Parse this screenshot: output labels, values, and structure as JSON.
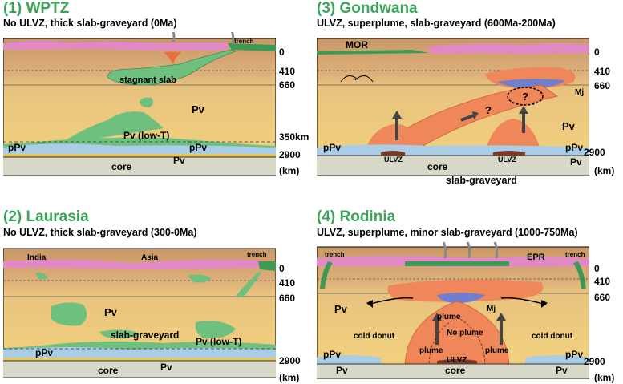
{
  "panels": {
    "p1": {
      "title": "(1) WPTZ",
      "subtitle": "No ULVZ, thick slab-graveyard (0Ma)",
      "labels": {
        "trench": "trench",
        "stagnant": "stagnant slab",
        "pv": "Pv",
        "pv_lowt": "Pv (low-T)",
        "ppv_left": "pPv",
        "ppv_right": "pPv",
        "pv_bottom": "Pv",
        "core": "core"
      },
      "depths": [
        "0",
        "410",
        "660",
        "350km",
        "2900",
        "(km)"
      ]
    },
    "p2": {
      "title": "(2) Laurasia",
      "subtitle": "No ULVZ, thick slab-graveyard (300-0Ma)",
      "labels": {
        "india": "India",
        "asia": "Asia",
        "trench": "trench",
        "pv": "Pv",
        "graveyard": "slab-graveyard",
        "pv_lowt": "Pv (low-T)",
        "ppv": "pPv",
        "pv_bottom": "Pv",
        "core": "core"
      },
      "depths": [
        "0",
        "410",
        "660",
        "2900",
        "(km)"
      ]
    },
    "p3": {
      "title": "(3) Gondwana",
      "subtitle": "ULVZ, superplume, slab-graveyard (600Ma-200Ma)",
      "labels": {
        "mor": "MOR",
        "mj": "Mj",
        "q1": "?",
        "q2": "?",
        "pv": "Pv",
        "ppv_left": "pPv",
        "ppv_right": "pPv",
        "pv_right": "Pv",
        "ulvz_left": "ULVZ",
        "ulvz_right": "ULVZ",
        "core": "core",
        "graveyard": "slab-graveyard"
      },
      "depths": [
        "0",
        "410",
        "660",
        "2900",
        "(km)"
      ]
    },
    "p4": {
      "title": "(4) Rodinia",
      "subtitle": "ULVZ, superplume, minor slab-graveyard (1000-750Ma)",
      "labels": {
        "trench_left": "trench",
        "trench_right": "trench",
        "epr": "EPR",
        "pv": "Pv",
        "mj": "Mj",
        "plume_top": "plume",
        "no_plume": "No plume",
        "plume_left": "plume",
        "plume_right": "plume",
        "cold_left": "cold donut",
        "cold_right": "cold donut",
        "ppv_left": "pPv",
        "ppv_right": "pPv",
        "pv_left": "Pv",
        "pv_right": "Pv",
        "ulvz": "ULVZ",
        "core": "core"
      },
      "depths": [
        "0",
        "410",
        "660",
        "2900",
        "(km)"
      ]
    }
  },
  "colors": {
    "crust": "#e089c4",
    "upper": "#d9b27a",
    "transition": "#e8c07a",
    "lower": "#f2d27a",
    "slab": "#6fbf7f",
    "ppv": "#a9cde6",
    "core": "#d8d8c8",
    "plume": "#f0875a",
    "title": "#3da35a"
  }
}
